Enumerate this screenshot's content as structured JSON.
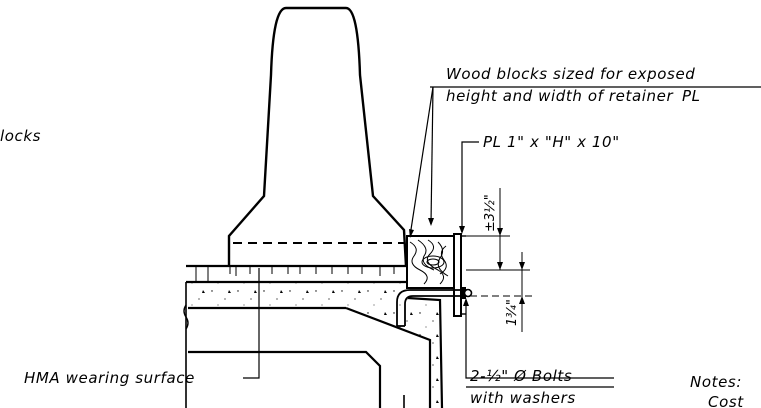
{
  "labels": {
    "wood_blocks_line1": "Wood blocks sized for exposed",
    "wood_blocks_line2": "height and width of retainer",
    "plate_symbol": "PL",
    "plate_spec": "PL 1\" x \"H\" x 10\"",
    "left_cut_text": "locks",
    "dim_height": "±3½\"",
    "dim_offset": "1¾\"",
    "hma_surface": "HMA wearing surface",
    "bolts_line1": "2-½\" Ø Bolts",
    "bolts_line2": "with washers",
    "notes": "Notes:",
    "notes_cont": "Cost"
  }
}
